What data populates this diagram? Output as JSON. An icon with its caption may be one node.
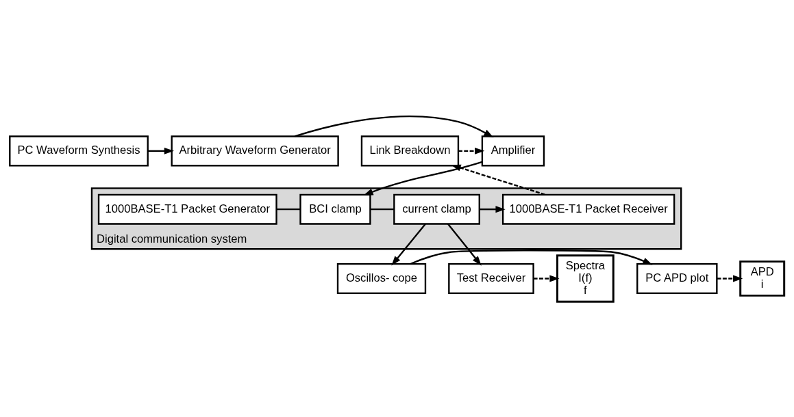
{
  "diagram": {
    "nodes": [
      {
        "text": [
          "PC Waveform Synthesis"
        ]
      },
      {
        "text": [
          "Arbitrary Waveform Generator"
        ]
      },
      {
        "text": [
          "Amplifier"
        ]
      },
      {
        "text": [
          "Link Breakdown"
        ]
      },
      {
        "text": [
          "Digital communication system"
        ]
      },
      {
        "text": [
          "1000BASE-T1 Packet Generator"
        ],
        "in": 4
      },
      {
        "text": [
          "BCI clamp"
        ],
        "in": 4
      },
      {
        "text": [
          "current clamp"
        ],
        "in": 4
      },
      {
        "text": [
          "1000BASE-T1 Packet Receiver"
        ],
        "in": 4
      },
      {
        "text": [
          "Test Receiver"
        ]
      },
      {
        "text": [
          "Spectra",
          "I(f)",
          "f"
        ]
      },
      {
        "text": [
          "Oscillos- cope"
        ]
      },
      {
        "text": [
          "PC APD plot"
        ]
      },
      {
        "text": [
          "APD",
          "i"
        ]
      }
    ],
    "edges": [
      {
        "from": 0,
        "to": 1,
        "arrow": "to"
      },
      {
        "from": 1,
        "to": 2,
        "arrow": "to"
      },
      {
        "from": 3,
        "to": 2,
        "arrow": "to",
        "style": "dashed"
      },
      {
        "from": 2,
        "to": 6,
        "arrow": "to"
      },
      {
        "from": 5,
        "to": 6,
        "arrow": "none"
      },
      {
        "from": 6,
        "to": 7,
        "arrow": "none"
      },
      {
        "from": 7,
        "to": 8,
        "arrow": "to"
      },
      {
        "from": 8,
        "to": 3,
        "arrow": "to",
        "style": "dashed"
      },
      {
        "from": 7,
        "to": 9,
        "arrow": "to"
      },
      {
        "from": 7,
        "to": 11,
        "arrow": "to"
      },
      {
        "from": 9,
        "to": 10,
        "arrow": "to",
        "style": "dashed"
      },
      {
        "from": 11,
        "to": 12,
        "arrow": "to"
      },
      {
        "from": 12,
        "to": 13,
        "arrow": "to",
        "style": "dashed"
      }
    ]
  }
}
